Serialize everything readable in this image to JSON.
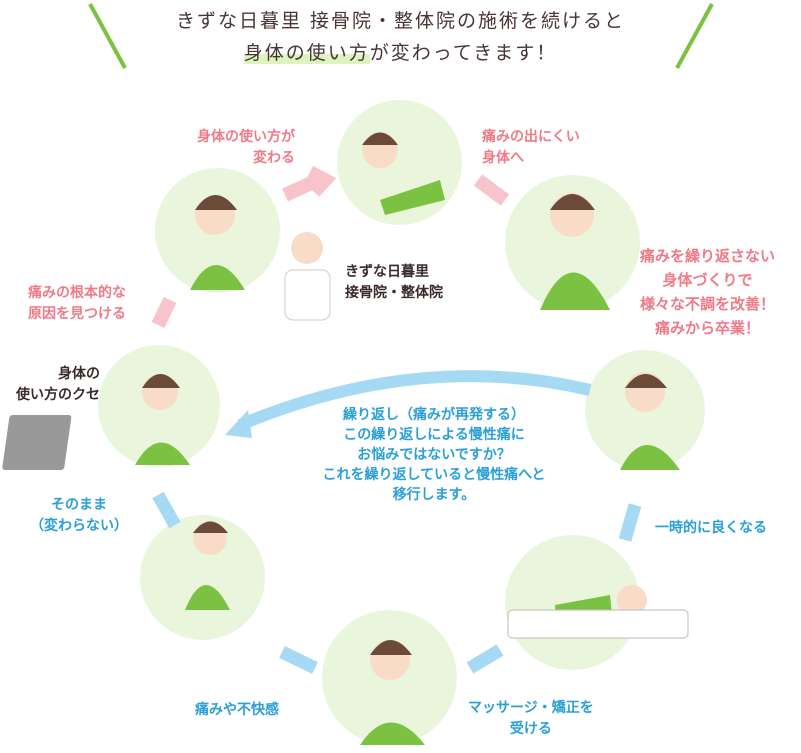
{
  "title": {
    "line1": "きずな日暮里 接骨院・整体院の施術を続けると",
    "line2_highlight": "身体の使い方",
    "line2_rest": "が変わってきます！"
  },
  "labels": {
    "find_cause": [
      "痛みの根本的な",
      "原因を見つける"
    ],
    "change_body": [
      "身体の使い方が",
      "変わる"
    ],
    "less_pain": [
      "痛みの出にくい",
      "身体へ"
    ],
    "goal": [
      "痛みを繰り返さない",
      "身体づくりで",
      "様々な不調を改善！",
      "痛みから卒業！"
    ],
    "clinic": [
      "きずな日暮里",
      "接骨院・整体院"
    ],
    "habit": [
      "身体の",
      "使い方のクセ"
    ],
    "no_change": [
      "そのまま",
      "（変わらない）"
    ],
    "discomfort": "痛みや不快感",
    "massage": [
      "マッサージ・矯正を",
      "受ける"
    ],
    "temporary": "一時的に良くなる",
    "cycle": [
      "繰り返し（痛みが再発する）",
      "この繰り返しによる慢性痛に",
      "お悩みではないですか？",
      "これを繰り返していると慢性痛へと",
      "移行します。"
    ]
  },
  "colors": {
    "pink": "#f07a86",
    "blue": "#2a9fd8",
    "green": "#7cc242",
    "circle": "#eaf6dc"
  }
}
